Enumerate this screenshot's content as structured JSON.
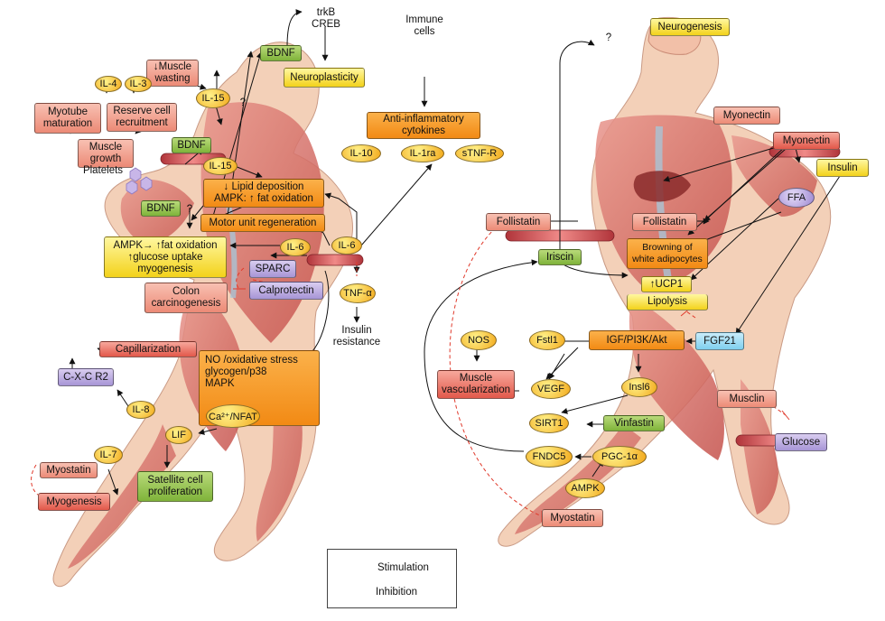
{
  "colors": {
    "skin": "#f4d3bc",
    "muscle": "#d9756c",
    "muscle_dark": "#b84a45",
    "tendon": "#a9c4d6",
    "stimulation": "#111111",
    "inhibition": "#e03a2c",
    "orange_box": "#f7a030",
    "yellow_box": "#f6e04a",
    "red_box": "#e9695a",
    "green_box": "#9cc655",
    "purple_box": "#b7a8e0",
    "blue_box": "#9fdcf4"
  },
  "left": {
    "trkb_creb": "trkB\nCREB",
    "bdnf_top": "BDNF",
    "neuroplasticity": "Neuroplasticity",
    "muscle_wasting": "↓Muscle\nwasting",
    "il4": "IL-4",
    "il3": "IL-3",
    "il15_a": "IL-15",
    "q1": "?",
    "myotube": "Myotube\nmaturation",
    "reserve_cell": "Reserve cell\nrecruitment",
    "muscle_growth": "Muscle\ngrowth",
    "bdnf_mid": "BDNF",
    "il15_b": "IL-15",
    "platelets": "Platelets",
    "lipid": "↓ Lipid deposition\nAMPK: ↑ fat oxidation",
    "bdnf_low": "BDNF",
    "q2": "?",
    "motor_unit": "Motor unit regeneration",
    "ampk_fat": "AMPK→ ↑fat oxidation\n↑glucose uptake\nmyogenesis",
    "il6_a": "IL-6",
    "il6_b": "IL-6",
    "sparc": "SPARC",
    "calprotectin": "Calprotectin",
    "colon": "Colon\ncarcinogenesis",
    "tnfa": "TNF-α",
    "insulin_resistance": "Insulin\nresistance",
    "capillarization": "Capillarization",
    "cxcr2": "C-X-C R2",
    "no_stress": "NO /oxidative stress\nglycogen/p38\nMAPK",
    "il8": "IL-8",
    "ca_nfat": "Ca²⁺/NFAT",
    "lif": "LIF",
    "il7": "IL-7",
    "myostatin": "Myostatin",
    "myogenesis": "Myogenesis",
    "satellite": "Satellite cell\nproliferation"
  },
  "center": {
    "immune_cells": "Immune\ncells",
    "anti_inflammatory": "Anti-inflammatory\ncytokines",
    "il10": "IL-10",
    "il1ra": "IL-1ra",
    "stnfr": "sTNF-R"
  },
  "right": {
    "q3": "?",
    "neurogenesis": "Neurogenesis",
    "myonectin_a": "Myonectin",
    "myonectin_b": "Myonectin",
    "insulin": "Insulin",
    "ffa": "FFA",
    "follistatin_a": "Follistatin",
    "follistatin_b": "Follistatin",
    "browning": "Browning of\nwhite adipocytes",
    "ucp1": "↑UCP1",
    "lipolysis": "Lipolysis",
    "irisin": "Iriscin",
    "nos": "NOS",
    "fstl1": "Fstl1",
    "igf": "IGF/PI3K/Akt",
    "fgf21": "FGF21",
    "muscle_vasc": "Muscle\nvascularization",
    "vegf": "VEGF",
    "insl6": "Insl6",
    "musclin": "Musclin",
    "sirt1": "SIRT1",
    "vinfastin": "Vinfastin",
    "glucose": "Glucose",
    "fndc5": "FNDC5",
    "pgc1a": "PGC-1α",
    "ampk": "AMPK",
    "myostatin": "Myostatin"
  },
  "legend": {
    "stimulation": "Stimulation",
    "inhibition": "Inhibition"
  }
}
